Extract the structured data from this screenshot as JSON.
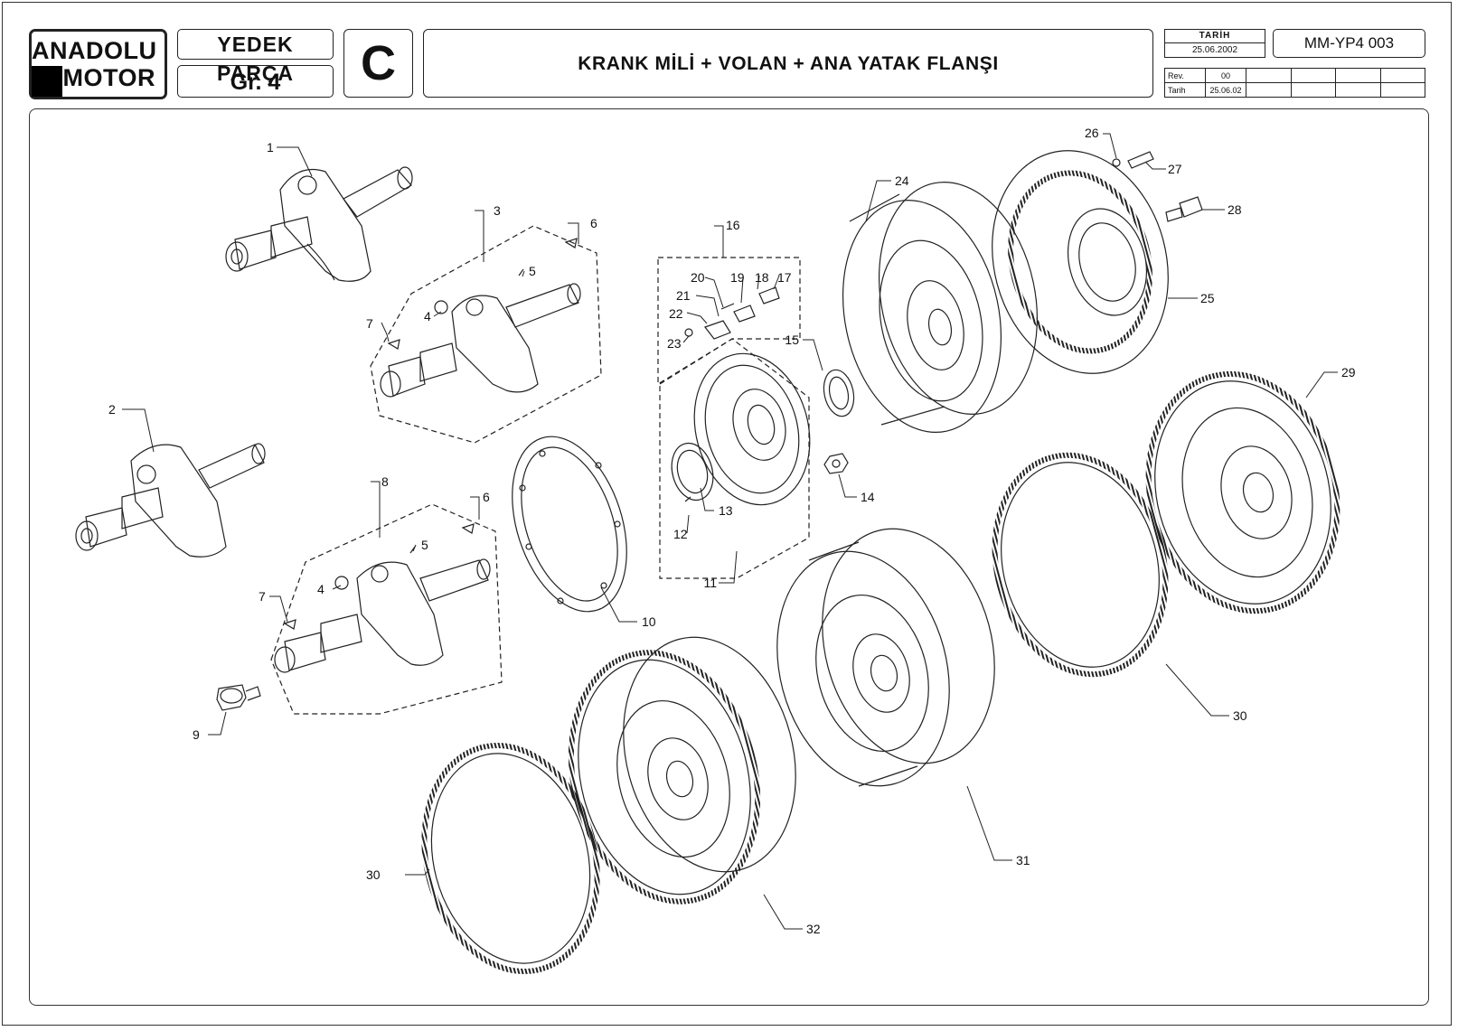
{
  "header": {
    "logo_line1": "ANADOLU",
    "logo_line2": "MOTOR",
    "group_label": "YEDEK PARÇA",
    "group_value": "Gr. 4",
    "section_letter": "C",
    "title": "KRANK MİLİ + VOLAN + ANA YATAK FLANŞI",
    "date_label": "TARİH",
    "date_value": "25.06.2002",
    "doc_code": "MM-YP4 003",
    "rev_label": "Rev.",
    "rev_value": "00",
    "rev_date_label": "Tarih",
    "rev_date_value": "25.06.02"
  },
  "callouts": [
    "1",
    "2",
    "3",
    "4",
    "4",
    "5",
    "5",
    "6",
    "6",
    "7",
    "7",
    "8",
    "9",
    "10",
    "11",
    "12",
    "13",
    "14",
    "15",
    "16",
    "17",
    "18",
    "19",
    "20",
    "21",
    "22",
    "23",
    "24",
    "25",
    "26",
    "27",
    "28",
    "29",
    "30",
    "30",
    "31",
    "32"
  ]
}
